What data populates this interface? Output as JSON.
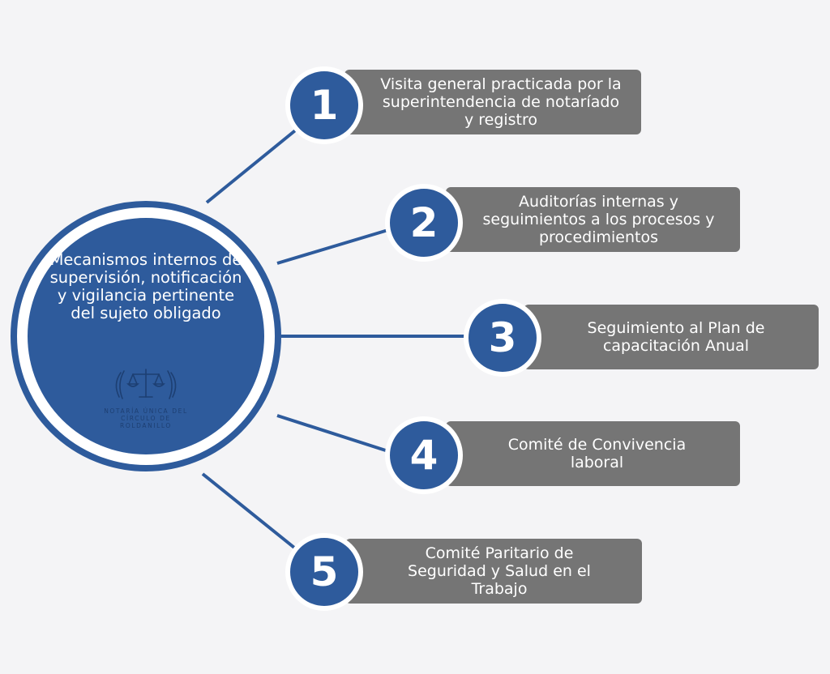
{
  "center": {
    "title": "Mecanismos internos de supervisión, notificación y vigilancia pertinente del sujeto obligado",
    "logo_text": "NOTARÍA ÚNICA DEL CÍRCULO DE ROLDANILLO"
  },
  "colors": {
    "accent_blue": "#2e5b9c",
    "box_gray": "#757575",
    "background": "#f4f4f6"
  },
  "steps": [
    {
      "number": "1",
      "text": "Visita general practicada por la superintendencia de notaríado y registro"
    },
    {
      "number": "2",
      "text": "Auditorías internas y seguimientos a los procesos y procedimientos"
    },
    {
      "number": "3",
      "text": "Seguimiento al Plan de capacitación Anual"
    },
    {
      "number": "4",
      "text": "Comité de Convivencia laboral"
    },
    {
      "number": "5",
      "text": "Comité Paritario de Seguridad y Salud en el Trabajo"
    }
  ]
}
